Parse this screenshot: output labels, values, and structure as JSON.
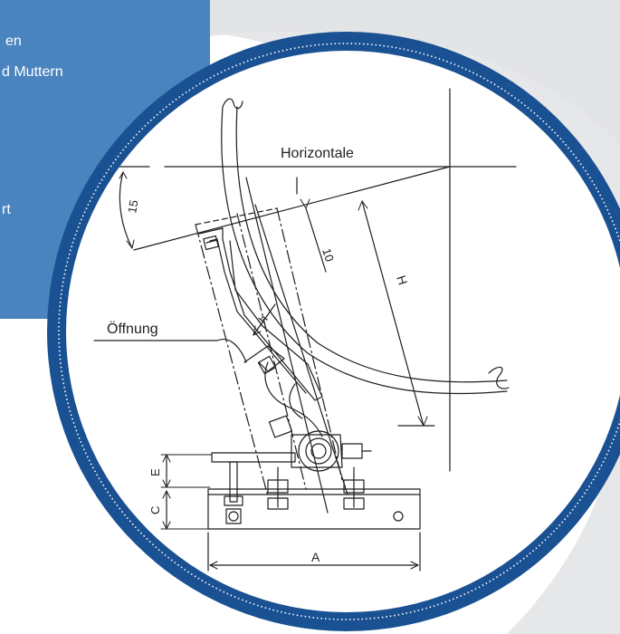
{
  "info_panel": {
    "line1": "en",
    "line2": "d Muttern",
    "line3": "rt"
  },
  "diagram": {
    "label_horizontal": "Horizontale",
    "label_opening": "Öffnung",
    "dim_15": "15",
    "dim_10": "10",
    "dim_H": "H",
    "dim_h": "h",
    "dim_E": "E",
    "dim_C": "C",
    "dim_A": "A"
  },
  "colors": {
    "panel_blue": "#4a84bf",
    "ring_blue": "#1a5193",
    "background_grey": "#e6e7e9",
    "line_dark": "#1e1e1e"
  }
}
